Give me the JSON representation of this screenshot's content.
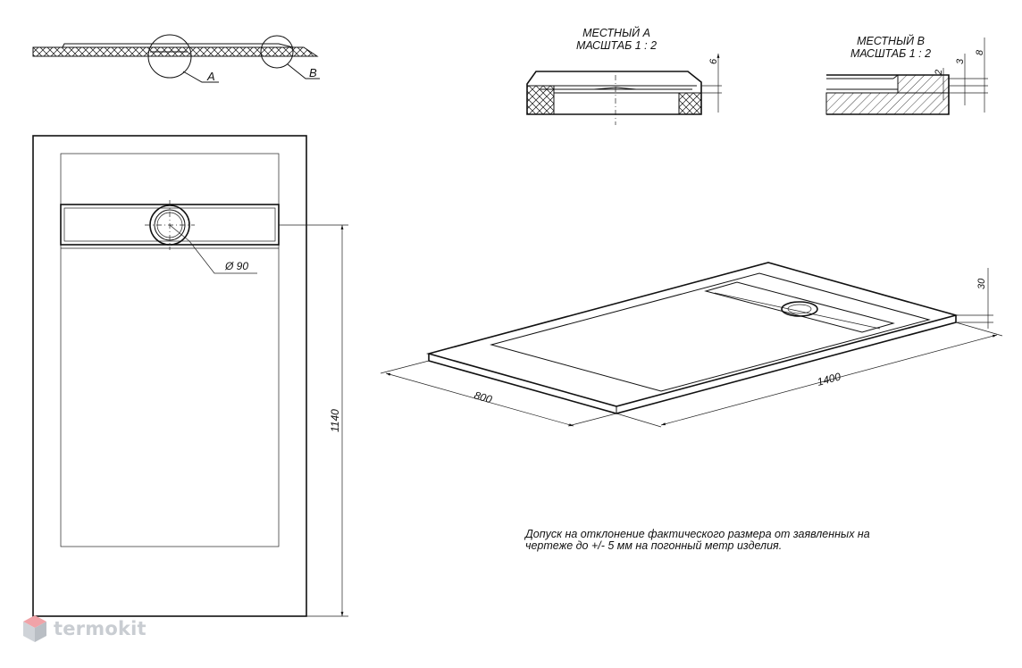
{
  "labels": {
    "detail_a": "A",
    "detail_b": "B",
    "drain_diameter": "Ø 90",
    "height_1140": "1140",
    "width_800": "800",
    "length_1400": "1400",
    "height_30": "30",
    "dim_6": "6",
    "dim_2": "2",
    "dim_3": "3",
    "dim_8": "8"
  },
  "section_a": {
    "line1": "МЕСТНЫЙ А",
    "line2": "МАСШТАБ 1 : 2"
  },
  "section_b": {
    "line1": "МЕСТНЫЙ В",
    "line2": "МАСШТАБ 1 : 2"
  },
  "note": {
    "line1": "Допуск на отклонение фактического размера от заявленных на",
    "line2": "чертеже до +/- 5 мм на погонный метр изделия."
  },
  "logo": {
    "text": "termokit",
    "icon": "cube-logo-icon",
    "color": "#c9cdd2",
    "accent": "#f0a3a8"
  }
}
